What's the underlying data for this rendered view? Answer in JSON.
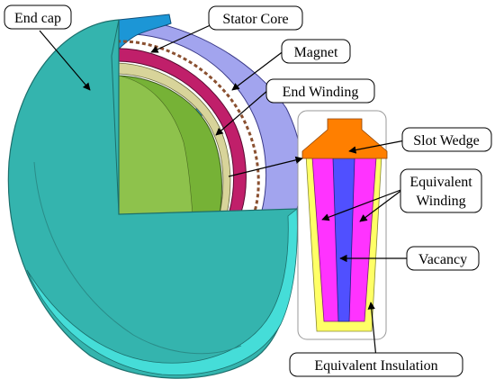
{
  "labels": {
    "end_cap": "End cap",
    "stator_core": "Stator Core",
    "magnet": "Magnet",
    "end_winding": "End Winding",
    "slot_wedge": "Slot Wedge",
    "equivalent_winding_line1": "Equivalent",
    "equivalent_winding_line2": "Winding",
    "vacancy": "Vacancy",
    "equivalent_insulation": "Equivalent Insulation"
  },
  "colors": {
    "end_cap": "#34b4ae",
    "end_cap_rim": "#45ddd8",
    "stator_core": "#1c96d6",
    "magnet": "#a2a4ee",
    "end_winding": "#c01f6a",
    "rotor": "#76b236",
    "slot_wedge": "#ff7f00",
    "equivalent_winding": "#ff33ff",
    "vacancy": "#5050ff",
    "equivalent_insulation": "#ffff66"
  }
}
